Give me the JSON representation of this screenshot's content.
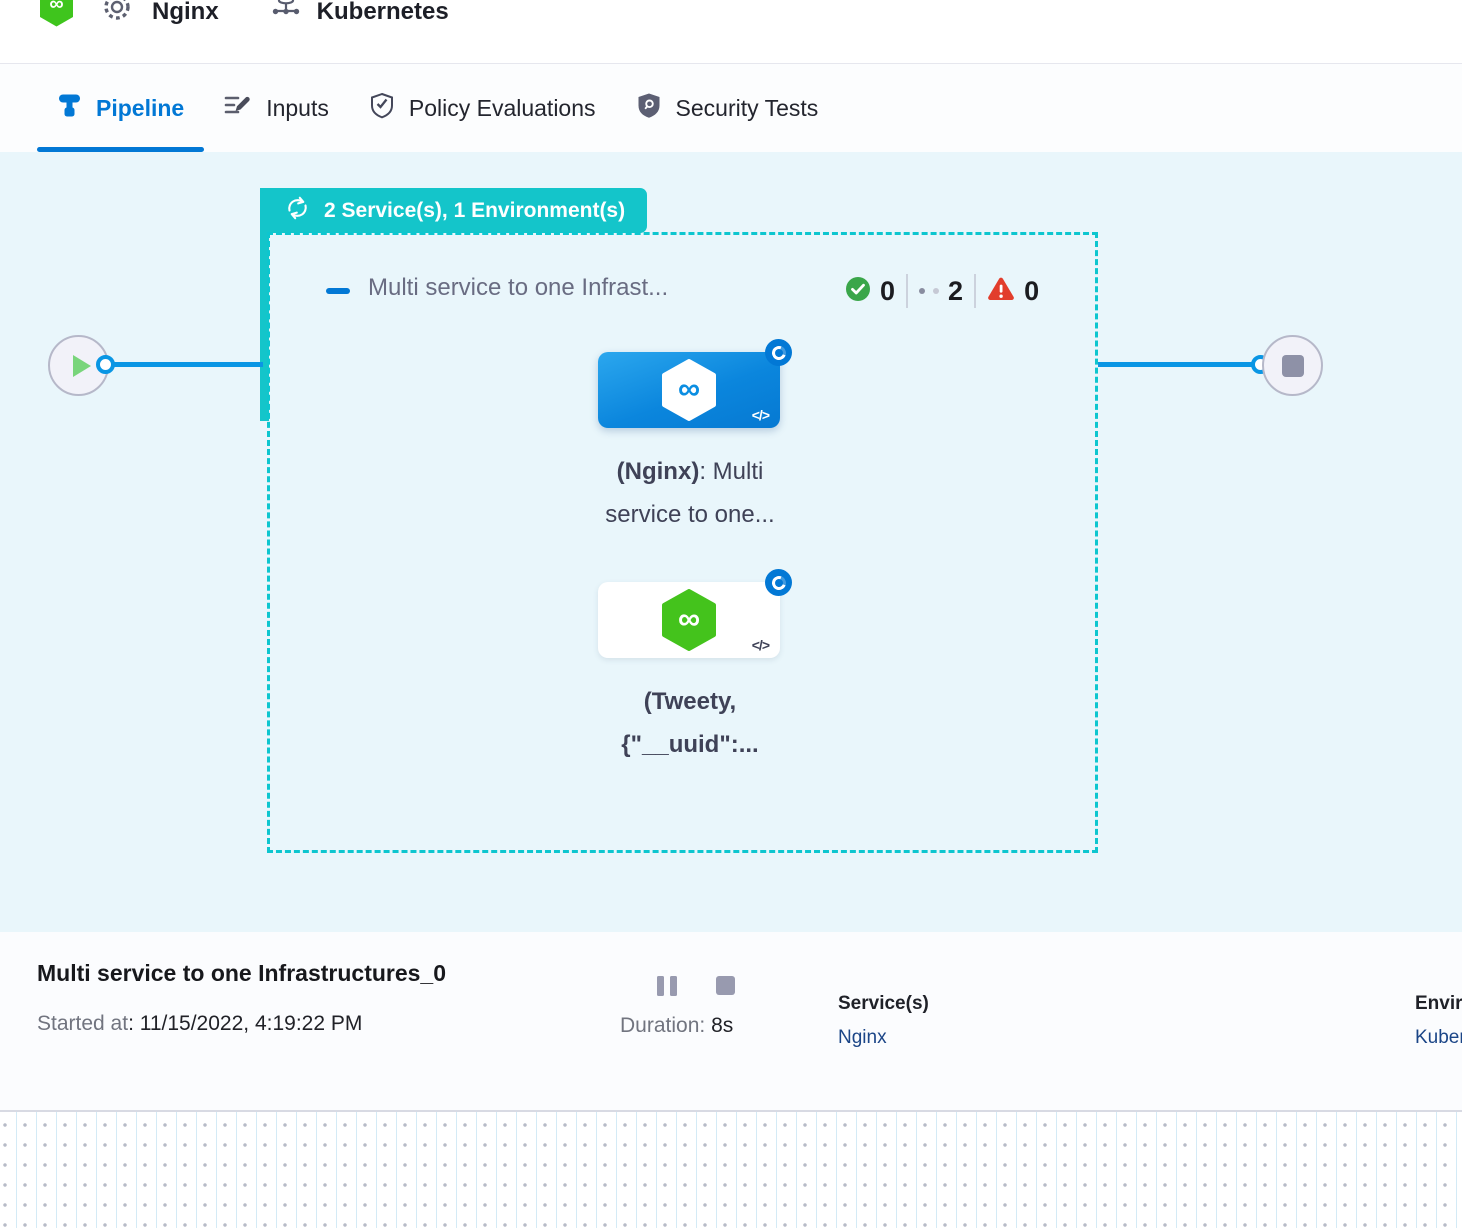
{
  "header": {
    "service_name": "Nginx",
    "environment_name": "Kubernetes"
  },
  "tabs": [
    {
      "label": "Pipeline"
    },
    {
      "label": "Inputs"
    },
    {
      "label": "Policy Evaluations"
    },
    {
      "label": "Security Tests"
    }
  ],
  "canvas": {
    "banner_label": "2 Service(s), 1 Environment(s)",
    "group": {
      "title": "Multi service to one Infrast...",
      "success_count": "0",
      "running_count": "2",
      "failed_count": "0"
    },
    "stages": [
      {
        "name_bold": "(Nginx)",
        "line1_rest": ": Multi",
        "line2": "service to one..."
      },
      {
        "line1": "(Tweety,",
        "line2": "{\"__uuid\":..."
      }
    ]
  },
  "infobar": {
    "title": "Multi service to one Infrastructures_0",
    "started_label": "Started at",
    "started_value": ": 11/15/2022, 4:19:22 PM",
    "duration_label": "Duration:",
    "duration_value": "8s",
    "services_label": "Service(s)",
    "services_value": "Nginx",
    "environments_label": "Environment(s)",
    "environments_value": "Kubernetes"
  },
  "icons": {
    "infinity": "∞",
    "code": "</>"
  },
  "colors": {
    "teal": "#14c5ca",
    "accent_blue": "#0278d5",
    "edge_blue": "#0a96e4",
    "canvas_bg": "#e9f6fb",
    "success_green": "#3aa64a",
    "fail_red": "#e23d2c",
    "stage_green": "#44c31c",
    "link_navy": "#1b4587"
  }
}
